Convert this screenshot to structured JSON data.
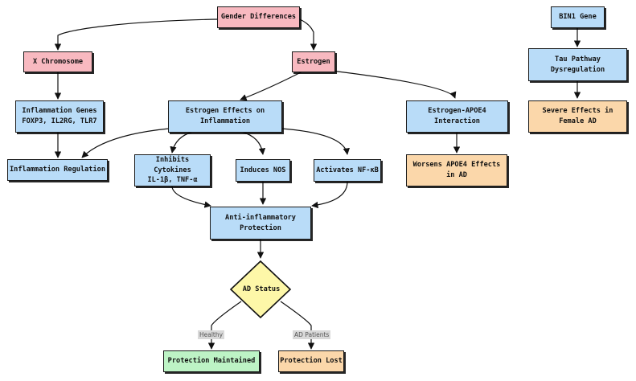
{
  "nodes": {
    "gender_differences": "Gender Differences",
    "x_chromosome": "X Chromosome",
    "estrogen": "Estrogen",
    "inflammation_genes": "Inflammation Genes\nFOXP3, IL2RG, TLR7",
    "estrogen_effects": "Estrogen Effects on\nInflammation",
    "estrogen_apoe4": "Estrogen-APOE4\nInteraction",
    "inflammation_regulation": "Inflammation Regulation",
    "inhibits_cytokines": "Inhibits Cytokines\nIL-1β, TNF-α",
    "induces_nos": "Induces NOS",
    "activates_nfkb": "Activates NF-κB",
    "worsens_apoe4": "Worsens APOE4 Effects\nin AD",
    "anti_inflammatory": "Anti-inflammatory\nProtection",
    "ad_status": "AD Status",
    "protection_maintained": "Protection Maintained",
    "protection_lost": "Protection Lost",
    "bin1_gene": "BIN1 Gene",
    "tau_pathway": "Tau Pathway\nDysregulation",
    "severe_effects": "Severe Effects in\nFemale AD"
  },
  "edge_labels": {
    "healthy": "Healthy",
    "ad_patients": "AD Patients"
  },
  "colors": {
    "category_node": "#f8b9c0",
    "process_node": "#b9dcf8",
    "outcome_node": "#fbd7aa",
    "positive_node": "#bdf3c5",
    "decision_node": "#fdf7a8",
    "edge_label_bg": "#d9d9d9"
  }
}
